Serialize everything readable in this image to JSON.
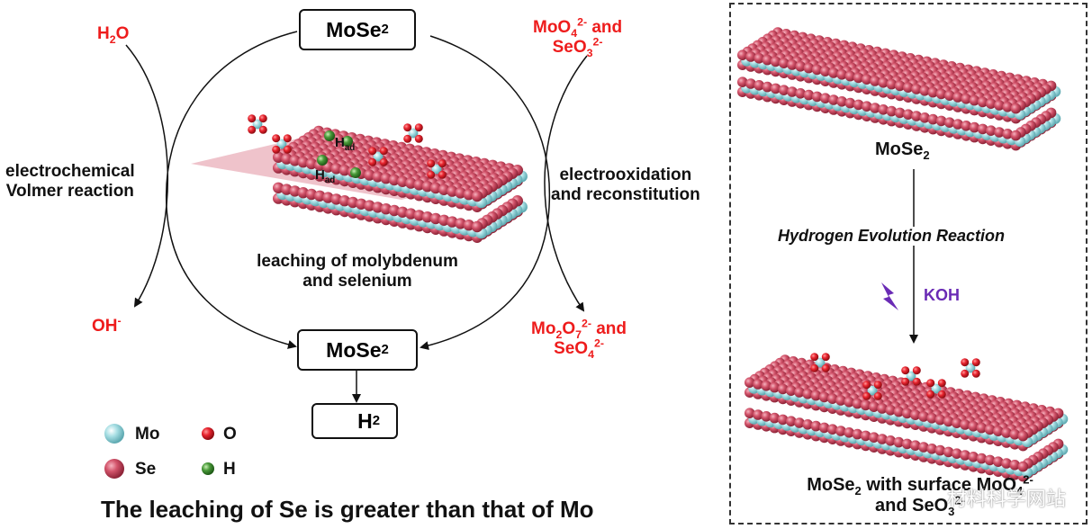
{
  "left_panel": {
    "top_box": {
      "main": "MoSe",
      "sub": "2"
    },
    "mid_box": {
      "main": "MoSe",
      "sub": "2"
    },
    "h2_box": {
      "main": "H",
      "sub": "2"
    },
    "h2o": {
      "main": "H",
      "sub": "2",
      "tail": "O"
    },
    "oh": {
      "main": "OH",
      "sup": "-"
    },
    "volmer": {
      "line1": "electrochemical",
      "line2": "Volmer reaction"
    },
    "electroox": {
      "line1": "electrooxidation",
      "line2": "and reconstitution"
    },
    "reactant_ions": {
      "a": "MoO",
      "a_sub": "4",
      "a_sup": "2-",
      "a_tail": " and",
      "b": "SeO",
      "b_sub": "3",
      "b_sup": "2-"
    },
    "product_ions": {
      "a": "Mo",
      "a_sub1": "2",
      "a_mid": "O",
      "a_sub2": "7",
      "a_sup": "2-",
      "a_tail": " and",
      "b": "SeO",
      "b_sub": "4",
      "b_sup": "2-"
    },
    "had": {
      "main": "H",
      "sub": "ad"
    },
    "leaching": {
      "line1": "leaching of molybdenum",
      "line2": "and selenium"
    },
    "legend": {
      "mo": "Mo",
      "o": "O",
      "se": "Se",
      "h": "H"
    },
    "conclusion": "The leaching of Se is greater than that of Mo"
  },
  "right_panel": {
    "top_label": {
      "main": "MoSe",
      "sub": "2"
    },
    "reaction": "Hydrogen Evolution Reaction",
    "electrolyte": "KOH",
    "bottom_label": {
      "a": "MoSe",
      "a_sub": "2",
      "b": " with surface MoO",
      "b_sub": "4",
      "b_sup": "2-",
      "c": "and SeO",
      "c_sub": "3",
      "c_sup": "2-"
    }
  },
  "watermark": "材料科学网站",
  "colors": {
    "red_text": "#ee1c1c",
    "purple": "#6a2bb5",
    "mo_atom": "#a8dfe4",
    "se_atom": "#d2536a",
    "o_atom": "#e8242f",
    "h_atom": "#4a9a3a"
  }
}
